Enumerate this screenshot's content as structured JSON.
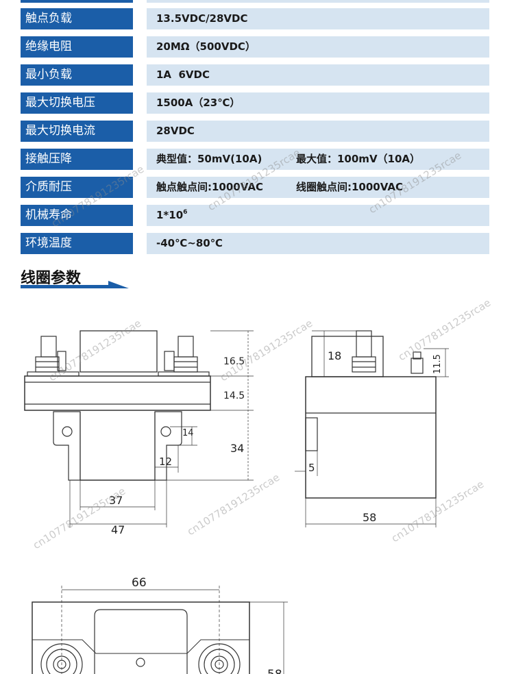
{
  "params": [
    {
      "label": "触点负载",
      "value": "13.5VDC/28VDC"
    },
    {
      "label": "绝缘电阻",
      "value": "20MΩ（500VDC）"
    },
    {
      "label": "最小负载",
      "value": "1A  6VDC"
    },
    {
      "label": "最大切换电压",
      "value": "1500A（23℃）"
    },
    {
      "label": "最大切换电流",
      "value": "28VDC"
    },
    {
      "label": "接触压降",
      "value": "典型值：50mV(10A)",
      "value2": "最大值：100mV（10A）"
    },
    {
      "label": "介质耐压",
      "value": "触点触点间:1000VAC",
      "value2": "线圈触点间:1000VAC"
    },
    {
      "label": "机械寿命",
      "value": "1*10",
      "sup": "6"
    },
    {
      "label": "环境温度",
      "value": "-40℃~80℃"
    }
  ],
  "section_title": "线圈参数",
  "watermark": "cn10778191235rcae",
  "dims": {
    "front": {
      "d1": "16.5",
      "d2": "14.5",
      "d3": "34",
      "d4": "14",
      "d5": "12",
      "d6": "37",
      "d7": "47"
    },
    "side": {
      "d1": "18",
      "d2": "11.5",
      "d3": "5",
      "d4": "58"
    },
    "bottom": {
      "d1": "66",
      "d2": "58"
    }
  }
}
